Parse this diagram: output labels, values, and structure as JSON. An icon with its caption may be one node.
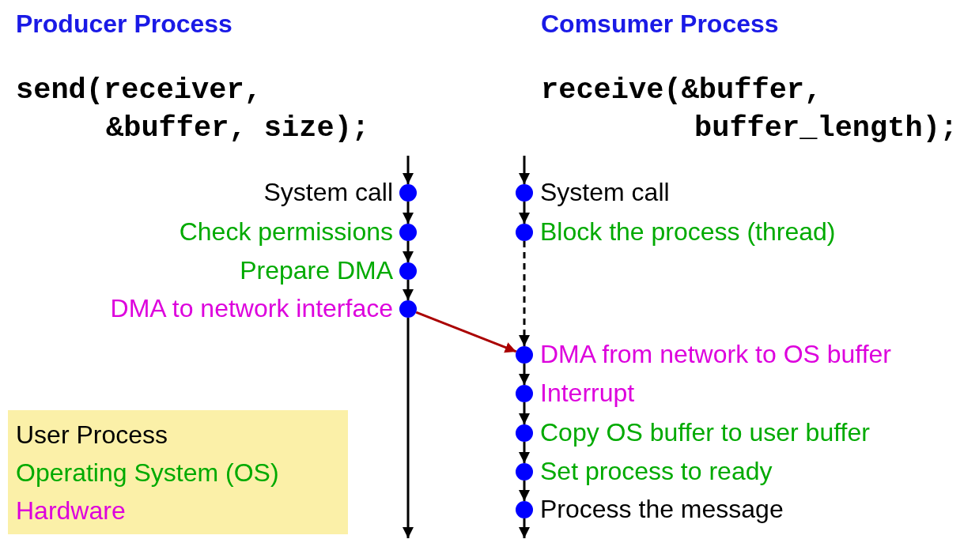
{
  "diagram": {
    "nodes": [
      {
        "text": [],
        "shape": "circle",
        "beside": [
          "System call"
        ]
      },
      {
        "text": [],
        "shape": "circle",
        "beside": [
          "Check permissions"
        ]
      },
      {
        "text": [],
        "shape": "circle",
        "beside": [
          "Prepare DMA"
        ]
      },
      {
        "text": [],
        "shape": "circle",
        "beside": [
          "DMA to network interface"
        ]
      },
      {
        "text": [],
        "shape": "circle",
        "beside": [
          "System call"
        ]
      },
      {
        "text": [],
        "shape": "circle",
        "beside": [
          "Block the process (thread)"
        ]
      },
      {
        "text": [],
        "shape": "circle",
        "beside": [
          "DMA from network to OS buffer"
        ]
      },
      {
        "text": [],
        "shape": "circle",
        "beside": [
          "Interrupt"
        ]
      },
      {
        "text": [],
        "shape": "circle",
        "beside": [
          "Copy OS buffer to user buffer"
        ]
      },
      {
        "text": [],
        "shape": "circle",
        "beside": [
          "Set process to ready"
        ]
      },
      {
        "text": [],
        "shape": "circle",
        "beside": [
          "Process the message"
        ]
      }
    ],
    "edges": [
      {
        "from": null,
        "to": 0,
        "arrow": "to"
      },
      {
        "from": 0,
        "to": 1,
        "arrow": "to"
      },
      {
        "from": 1,
        "to": 2,
        "arrow": "to"
      },
      {
        "from": 2,
        "to": 3,
        "arrow": "to"
      },
      {
        "from": 3,
        "to": null,
        "arrow": "to"
      },
      {
        "from": null,
        "to": 4,
        "arrow": "to"
      },
      {
        "from": 4,
        "to": 5,
        "arrow": "to"
      },
      {
        "from": 5,
        "to": 6,
        "arrow": "to",
        "style": "dashed"
      },
      {
        "from": 3,
        "to": 6,
        "arrow": "to",
        "color": "#aa0000"
      },
      {
        "from": 6,
        "to": 7,
        "arrow": "to"
      },
      {
        "from": 7,
        "to": 8,
        "arrow": "to"
      },
      {
        "from": 8,
        "to": 9,
        "arrow": "to"
      },
      {
        "from": 9,
        "to": 10,
        "arrow": "to"
      },
      {
        "from": 10,
        "to": null,
        "arrow": "to"
      }
    ],
    "labels": [
      "Producer Process",
      "Comsumer Process",
      "send(receiver,",
      "receive(&buffer,",
      "&buffer, size);",
      "buffer_length);"
    ],
    "legend": [
      {
        "text": "User Process",
        "color": "#000000"
      },
      {
        "text": "Operating System (OS)",
        "color": "#00aa00"
      },
      {
        "text": "Hardware",
        "color": "#dd00dd"
      }
    ]
  }
}
